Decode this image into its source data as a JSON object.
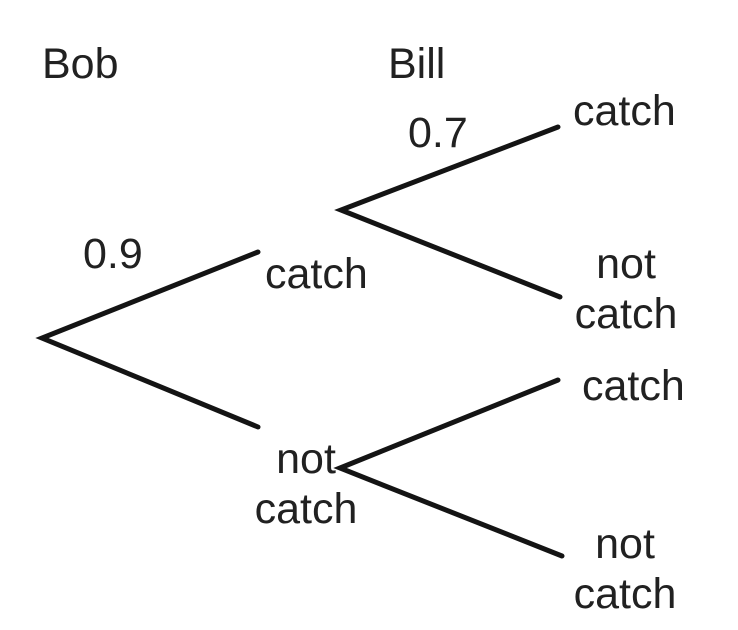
{
  "diagram": {
    "kind": "probability-tree",
    "background": "#ffffff",
    "text_color": "#212121",
    "line_color": "#141414",
    "columns": {
      "first": "Bob",
      "second": "Bill"
    },
    "root": {
      "branches": {
        "catch": {
          "probability": "0.9",
          "label": "catch",
          "children": {
            "catch": {
              "probability": "0.7",
              "label": "catch"
            },
            "not_catch": {
              "label": "not\ncatch"
            }
          }
        },
        "not_catch": {
          "label": "not\ncatch",
          "children": {
            "catch": {
              "label": "catch"
            },
            "not_catch": {
              "label": "not\ncatch"
            }
          }
        }
      }
    }
  }
}
